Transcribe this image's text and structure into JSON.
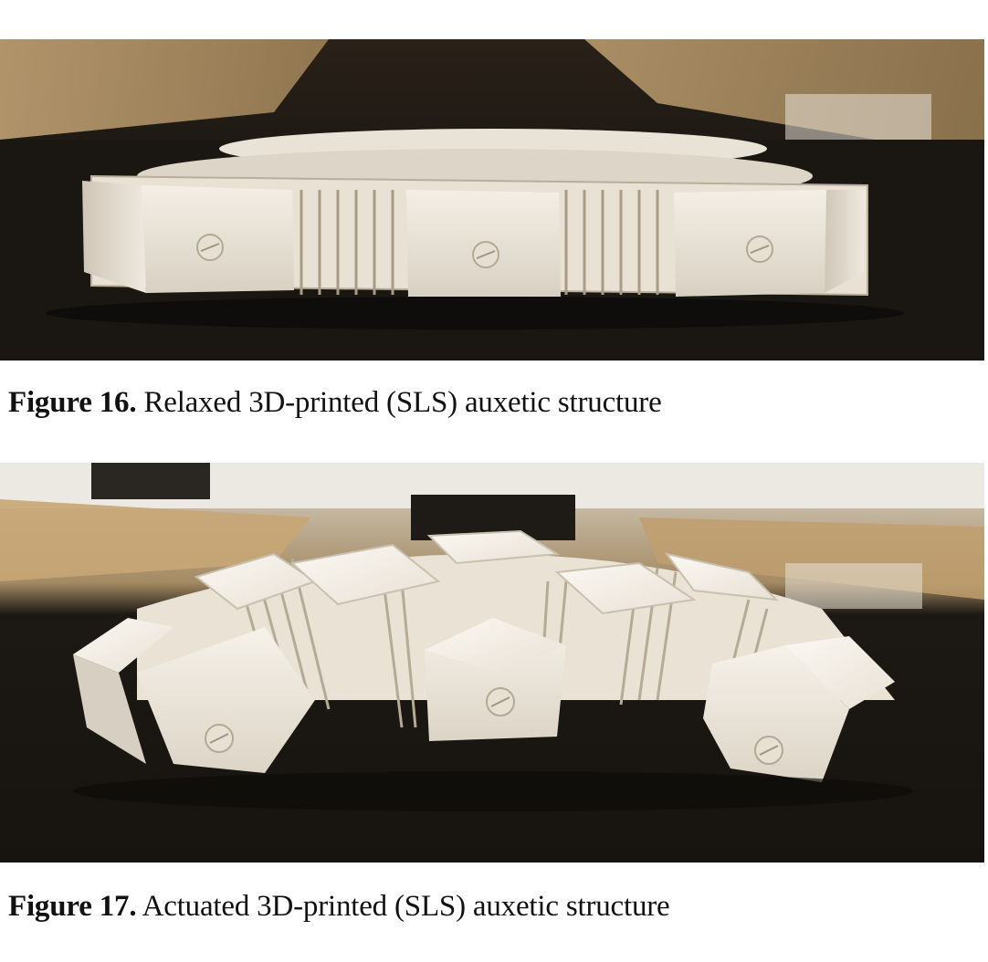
{
  "figures": [
    {
      "label": "Figure 16.",
      "caption": " Relaxed 3D-printed (SLS) auxetic structure",
      "photo_icon": "relaxed-auxetic-structure-photo"
    },
    {
      "label": "Figure 17.",
      "caption": " Actuated 3D-printed (SLS) auxetic structure",
      "photo_icon": "actuated-auxetic-structure-photo"
    }
  ]
}
